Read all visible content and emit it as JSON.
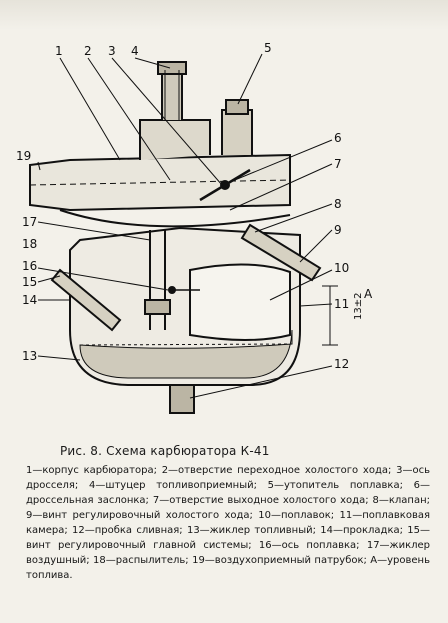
{
  "figure": {
    "caption": "Рис. 8. Схема карбюратора К-41",
    "callouts": {
      "c1": "1",
      "c2": "2",
      "c3": "3",
      "c4": "4",
      "c5": "5",
      "c6": "6",
      "c7": "7",
      "c8": "8",
      "c9": "9",
      "c10": "10",
      "c11": "11",
      "c12": "12",
      "c13": "13",
      "c14": "14",
      "c15": "15",
      "c16": "16",
      "c17": "17",
      "c18": "18",
      "c19": "19",
      "level_label": "А",
      "level_dim": "13±2"
    }
  },
  "legend": {
    "text": "1—корпус карбюратора; 2—отверстие переходное холостого хода; 3—ось дросселя; 4—штуцер топливоприемный; 5—утопитель поплавка; 6—дроссельная заслонка; 7—отверстие выходное холостого хода; 8—клапан; 9—винт регулировочный холостого хода; 10—поплавок; 11—поплавковая камера; 12—пробка сливная; 13—жиклер топливный; 14—прокладка; 15—винт регулировочный главной системы; 16—ось поплавка; 17—жиклер воздушный; 18—распылитель; 19—воздухоприемный патрубок; А—уровень топлива."
  }
}
